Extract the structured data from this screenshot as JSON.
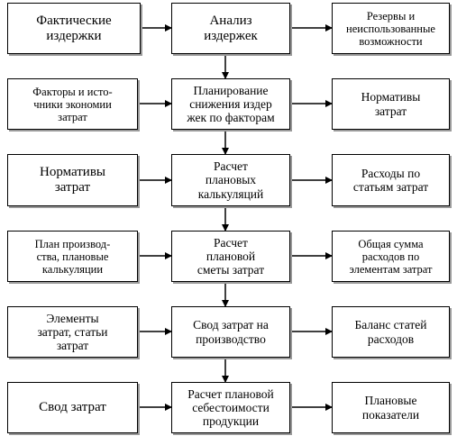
{
  "left": [
    "Фактические\nиздержки",
    "Факторы и исто-\nчники экономии\nзатрат",
    "Нормативы\nзатрат",
    "План производ-\nства, плановые\nкалькуляции",
    "Элементы\nзатрат, статьи\nзатрат",
    "Свод  затрат"
  ],
  "center": [
    "Анализ\nиздержек",
    "Планирование\nснижения издер\nжек  по факторам",
    "Расчет\nплановых\nкалькуляций",
    "Расчет\nплановой\nсметы затрат",
    "Свод затрат  на\nпроизводство",
    "Расчет плановой\nсебестоимости\nпродукции"
  ],
  "right": [
    "Резервы и\nнеиспользованные\nвозможности",
    "Нормативы\nзатрат",
    "Расходы  по\nстатьям  затрат",
    "Общая сумма\nрасходов по\nэлементам  затрат",
    "Баланс статей\nрасходов",
    "Плановые\nпоказатели"
  ]
}
